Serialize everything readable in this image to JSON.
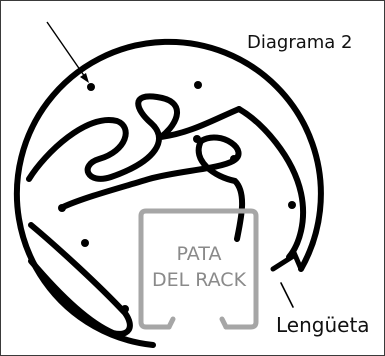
{
  "diagram": {
    "title": "Diagrama 2",
    "rack_leg_label_line1": "PATA",
    "rack_leg_label_line2": "DEL RACK",
    "tab_label": "Lengüeta"
  },
  "colors": {
    "basket_wire": "#000000",
    "rack_leg": "#a6a6a6",
    "text": "#111111",
    "rack_text": "#8a8a8a"
  }
}
